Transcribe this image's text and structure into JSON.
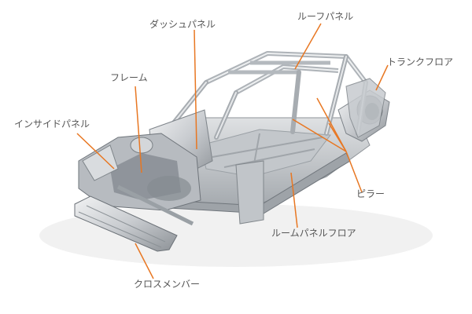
{
  "labels": {
    "dash_panel": "ダッシュパネル",
    "roof_panel": "ルーフパネル",
    "trunk_floor": "トランクフロア",
    "frame": "フレーム",
    "inside_panel": "インサイドパネル",
    "pillar": "ピラー",
    "room_panel_floor": "ルームパネルフロア",
    "cross_member": "クロスメンバー"
  },
  "colors": {
    "leader": "#e87722",
    "label_text": "#555555",
    "metal_light": "#e4e6e8",
    "metal_mid": "#b9bdc1",
    "metal_dark": "#7d8389",
    "background": "#ffffff"
  }
}
